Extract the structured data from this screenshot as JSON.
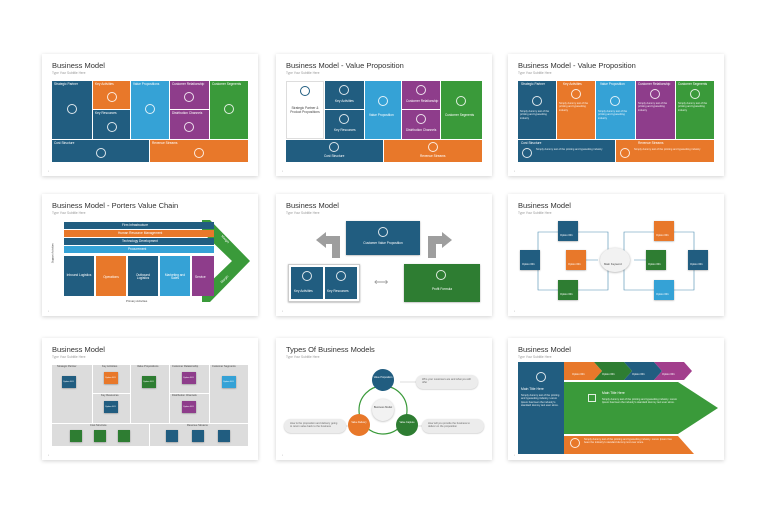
{
  "colors": {
    "blue": "#215d80",
    "orange": "#e8782a",
    "sky": "#35a2d6",
    "purple": "#8e3d8b",
    "green": "#3a9a3a",
    "dkgreen": "#2e7d32",
    "magenta": "#a23e8c"
  },
  "subtitle": "Type Your Subtitle Here",
  "option": "Option 001",
  "slides": [
    {
      "title": "Business Model",
      "labels": [
        "Strategic Partner",
        "Key Activities",
        "Value Propositions",
        "Customer Relationship",
        "Customer Segments",
        "Key Resources",
        "Distribution Channels",
        "Cost Structure",
        "Revenue Streams"
      ]
    },
    {
      "title": "Business Model - Value Proposition",
      "labels": [
        "Strategic Partner & Product Propositions",
        "Key Activities",
        "Key Resources",
        "Value Proposition",
        "Customer Relationship",
        "Distribution Channels",
        "Customer Segments",
        "Cost Structure",
        "Revenue Streams"
      ]
    },
    {
      "title": "Business Model - Value Proposition",
      "labels": [
        "Strategic Partner",
        "Key Activities",
        "Value Proposition",
        "Customer Relationship",
        "Customer Segments",
        "Cost Structure",
        "Revenue Streams"
      ],
      "body": "Simply dummy text of the printing and typesetting industry"
    },
    {
      "title": "Business Model - Porters Value Chain",
      "support": [
        "Firm Infrastructure",
        "Human Resource Management",
        "Technology Development",
        "Procurement"
      ],
      "primary": [
        "Inbound Logistics",
        "Operations",
        "Outbound Logistics",
        "Marketing and Sales",
        "Service"
      ],
      "margin": "Margin",
      "side": "Support Activities",
      "bottom": "Primary Activities"
    },
    {
      "title": "Business Model",
      "labels": [
        "Customer Value Proposition",
        "Key Activities",
        "Key Resources",
        "Profit Formula"
      ]
    },
    {
      "title": "Business Model",
      "center": "Main Keyword"
    },
    {
      "title": "Business Model",
      "labels": [
        "Strategic Partner",
        "Key Activities",
        "Value Propositions",
        "Customer Relationship",
        "Customer Segments",
        "Key Resources",
        "Distribution Channels",
        "Cost Structure",
        "Revenue Streams"
      ]
    },
    {
      "title": "Types Of Business Models",
      "center": "Business Model",
      "nodes": [
        "Value Proposition",
        "Value Delivery",
        "Value Capture"
      ],
      "notes": [
        "Who your customers are and what you will offer",
        "How will you provide the business to deliver on the proposition",
        "How is the proposition and delivery going to return value back to the business"
      ]
    },
    {
      "title": "Business Model",
      "main": "Main Title Here",
      "body": "Simply dummy text of the printing and typesetting industry. Lorem Ipsum has been the industry's standard dummy text ever since."
    }
  ]
}
